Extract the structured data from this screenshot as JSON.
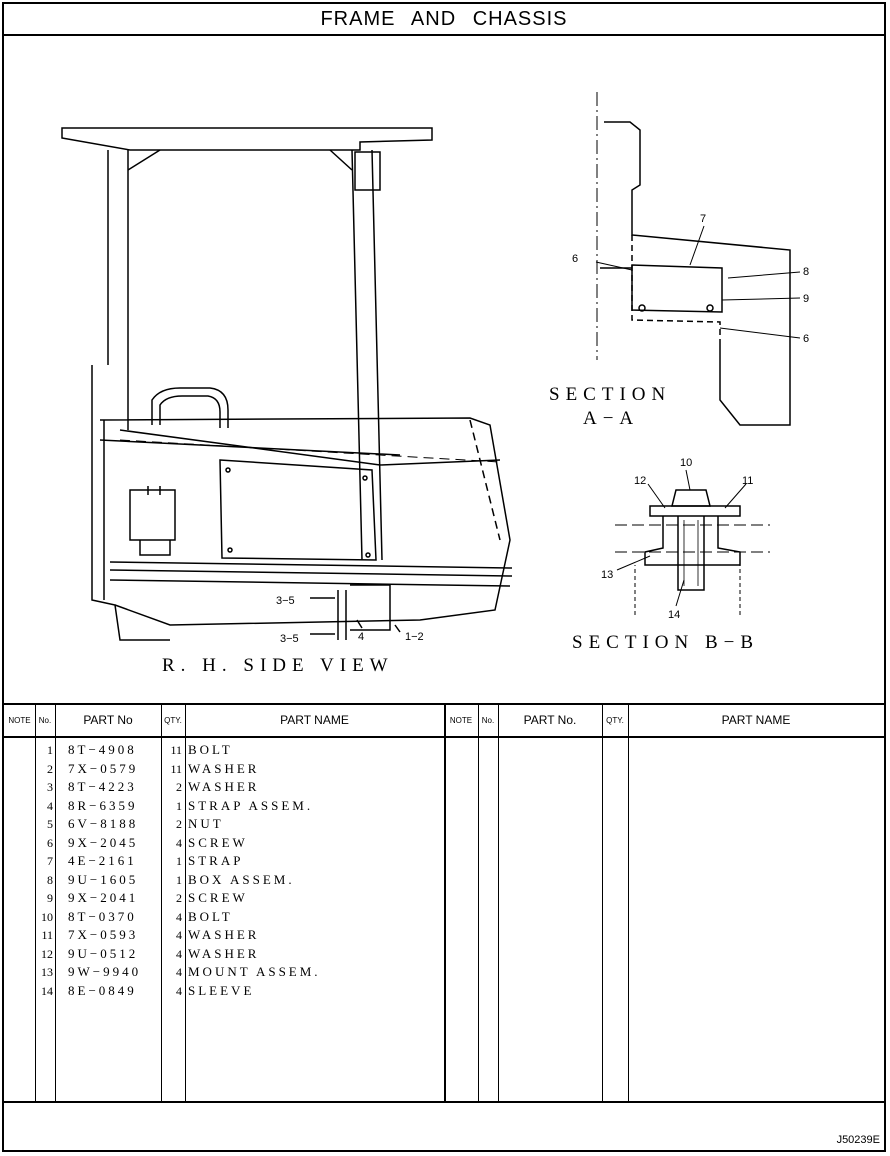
{
  "title": "FRAME  AND  CHASSIS",
  "drawing": {
    "side_view_label": "R. H.  SIDE VIEW",
    "section_aa_label_1": "SECTION",
    "section_aa_label_2": "A−A",
    "section_bb_label": "SECTION  B−B",
    "callouts_aa": [
      "7",
      "6",
      "8",
      "9",
      "6"
    ],
    "callouts_bb": [
      "10",
      "12",
      "11",
      "13",
      "14"
    ],
    "callouts_side": [
      "3−5",
      "3−5",
      "4",
      "1−2"
    ]
  },
  "table": {
    "headers": {
      "note": "NOTE",
      "no": "No.",
      "part_no": "PART No",
      "qty": "QTY.",
      "part_name": "PART NAME",
      "note_r": "NOTE",
      "no_r": "No.",
      "part_no_r": "PART No.",
      "qty_r": "QTY.",
      "part_name_r": "PART NAME"
    },
    "rows": [
      {
        "no": "1",
        "part_no": "8T−4908",
        "qty": "11",
        "name": "BOLT"
      },
      {
        "no": "2",
        "part_no": "7X−0579",
        "qty": "11",
        "name": "WASHER"
      },
      {
        "no": "3",
        "part_no": "8T−4223",
        "qty": "2",
        "name": "WASHER"
      },
      {
        "no": "4",
        "part_no": "8R−6359",
        "qty": "1",
        "name": "STRAP  ASSEM."
      },
      {
        "no": "5",
        "part_no": "6V−8188",
        "qty": "2",
        "name": "NUT"
      },
      {
        "no": "6",
        "part_no": "9X−2045",
        "qty": "4",
        "name": "SCREW"
      },
      {
        "no": "7",
        "part_no": "4E−2161",
        "qty": "1",
        "name": "STRAP"
      },
      {
        "no": "8",
        "part_no": "9U−1605",
        "qty": "1",
        "name": "BOX  ASSEM."
      },
      {
        "no": "9",
        "part_no": "9X−2041",
        "qty": "2",
        "name": "SCREW"
      },
      {
        "no": "10",
        "part_no": "8T−0370",
        "qty": "4",
        "name": "BOLT"
      },
      {
        "no": "11",
        "part_no": "7X−0593",
        "qty": "4",
        "name": "WASHER"
      },
      {
        "no": "12",
        "part_no": "9U−0512",
        "qty": "4",
        "name": "WASHER"
      },
      {
        "no": "13",
        "part_no": "9W−9940",
        "qty": "4",
        "name": "MOUNT  ASSEM."
      },
      {
        "no": "14",
        "part_no": "8E−0849",
        "qty": "4",
        "name": "SLEEVE"
      }
    ]
  },
  "doc_code": "J50239E"
}
